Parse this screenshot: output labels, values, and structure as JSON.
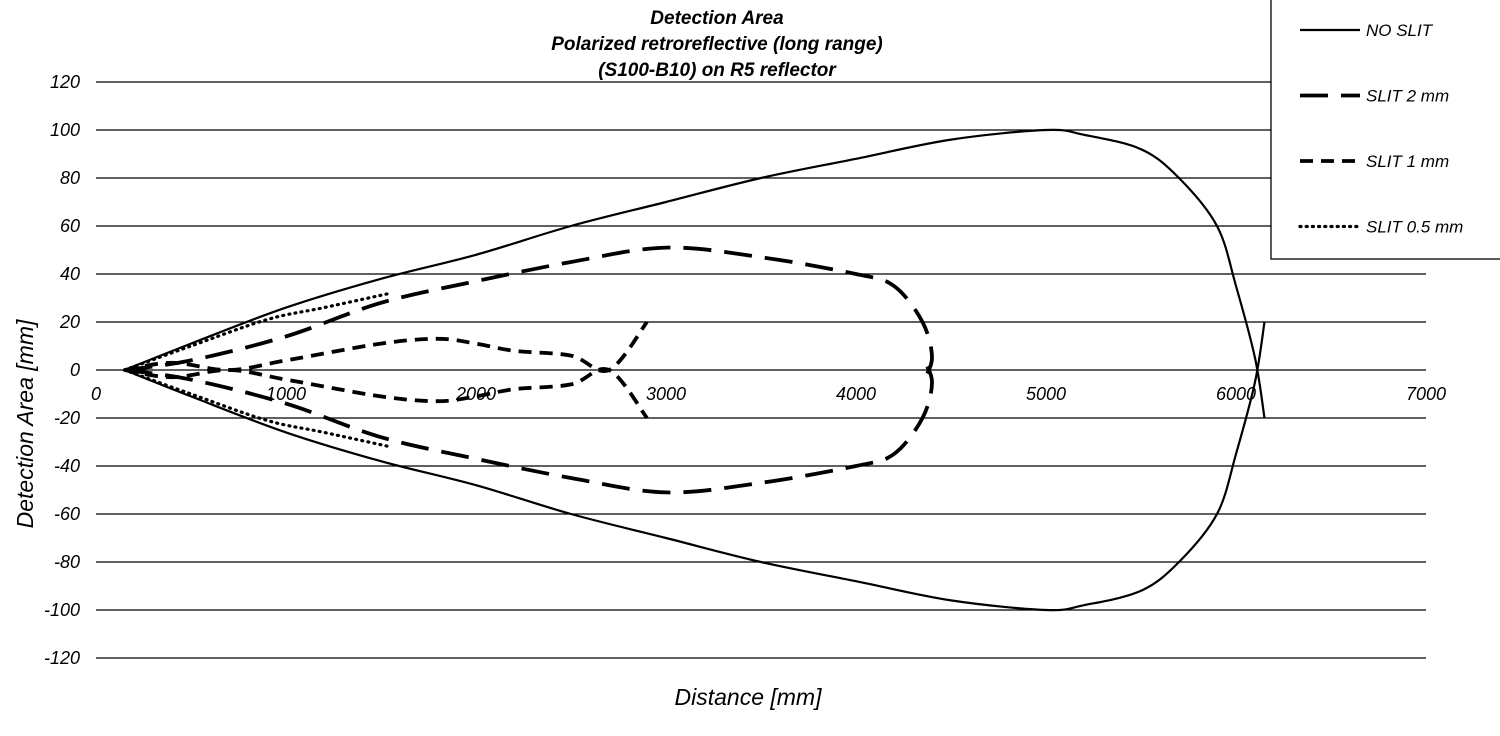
{
  "chart_data": {
    "type": "line",
    "title": "Detection  Area",
    "subtitle_lines": [
      "Polarized retroreflective  (long range)",
      "(S100-B10)  on R5 reflector"
    ],
    "xlabel": "Distance [mm]",
    "ylabel": "Detection Area [mm]",
    "xlim": [
      0,
      7000
    ],
    "ylim": [
      -120,
      120
    ],
    "xticks": [
      0,
      1000,
      2000,
      3000,
      4000,
      5000,
      6000,
      7000
    ],
    "xtick_labels": [
      "0",
      "1000",
      "2000",
      "3000",
      "4000",
      "5000",
      "6000",
      "7000"
    ],
    "yticks": [
      120,
      100,
      80,
      60,
      40,
      20,
      0,
      -20,
      -40,
      -60,
      -80,
      -100,
      -120
    ],
    "ytick_labels": [
      "120",
      "100",
      "80",
      "60",
      "40",
      "20",
      "0",
      "-20",
      "-40",
      "-60",
      "-80",
      "-100",
      "-120"
    ],
    "grid": "horizontal",
    "legend_position": "top-right",
    "series": [
      {
        "name": "NO SLIT",
        "style": "solid",
        "upper": [
          [
            150,
            0
          ],
          [
            500,
            11
          ],
          [
            1000,
            26
          ],
          [
            1500,
            38
          ],
          [
            2000,
            48
          ],
          [
            2500,
            60
          ],
          [
            3000,
            70
          ],
          [
            3500,
            80
          ],
          [
            4000,
            88
          ],
          [
            4500,
            96
          ],
          [
            5000,
            100
          ],
          [
            5200,
            98
          ],
          [
            5500,
            92
          ],
          [
            5700,
            80
          ],
          [
            5900,
            60
          ],
          [
            6000,
            35
          ],
          [
            6100,
            5
          ],
          [
            6150,
            -20
          ]
        ],
        "lower": [
          [
            150,
            0
          ],
          [
            500,
            -11
          ],
          [
            1000,
            -26
          ],
          [
            1500,
            -38
          ],
          [
            2000,
            -48
          ],
          [
            2500,
            -60
          ],
          [
            3000,
            -70
          ],
          [
            3500,
            -80
          ],
          [
            4000,
            -88
          ],
          [
            4500,
            -96
          ],
          [
            5000,
            -100
          ],
          [
            5200,
            -98
          ],
          [
            5500,
            -92
          ],
          [
            5700,
            -80
          ],
          [
            5900,
            -60
          ],
          [
            6000,
            -35
          ],
          [
            6100,
            -5
          ],
          [
            6150,
            20
          ]
        ]
      },
      {
        "name": "SLIT 2 mm",
        "style": "long-dash",
        "upper": [
          [
            150,
            0
          ],
          [
            500,
            4
          ],
          [
            1000,
            14
          ],
          [
            1500,
            28
          ],
          [
            2000,
            37
          ],
          [
            2500,
            45
          ],
          [
            3000,
            51
          ],
          [
            3500,
            47
          ],
          [
            4000,
            40
          ],
          [
            4200,
            35
          ],
          [
            4350,
            20
          ],
          [
            4400,
            5
          ],
          [
            4350,
            -5
          ]
        ],
        "lower": [
          [
            150,
            0
          ],
          [
            500,
            -4
          ],
          [
            1000,
            -14
          ],
          [
            1500,
            -28
          ],
          [
            2000,
            -37
          ],
          [
            2500,
            -45
          ],
          [
            3000,
            -51
          ],
          [
            3500,
            -47
          ],
          [
            4000,
            -40
          ],
          [
            4200,
            -35
          ],
          [
            4350,
            -20
          ],
          [
            4400,
            -5
          ],
          [
            4350,
            5
          ]
        ]
      },
      {
        "name": "SLIT 1 mm",
        "style": "dash",
        "upper": [
          [
            150,
            0
          ],
          [
            400,
            3
          ],
          [
            700,
            0
          ],
          [
            1000,
            4
          ],
          [
            1500,
            11
          ],
          [
            1800,
            13
          ],
          [
            2000,
            11
          ],
          [
            2200,
            8
          ],
          [
            2500,
            6
          ],
          [
            2700,
            0
          ],
          [
            2900,
            20
          ]
        ],
        "lower": [
          [
            150,
            0
          ],
          [
            400,
            -3
          ],
          [
            700,
            0
          ],
          [
            1000,
            -4
          ],
          [
            1500,
            -11
          ],
          [
            1800,
            -13
          ],
          [
            2000,
            -11
          ],
          [
            2200,
            -8
          ],
          [
            2500,
            -6
          ],
          [
            2700,
            0
          ],
          [
            2900,
            -20
          ]
        ]
      },
      {
        "name": "SLIT 0.5 mm",
        "style": "dotted",
        "upper": [
          [
            150,
            0
          ],
          [
            500,
            10
          ],
          [
            900,
            21
          ],
          [
            1200,
            26
          ],
          [
            1550,
            32
          ]
        ],
        "lower": [
          [
            150,
            0
          ],
          [
            500,
            -10
          ],
          [
            900,
            -21
          ],
          [
            1200,
            -26
          ],
          [
            1550,
            -32
          ]
        ]
      }
    ]
  }
}
